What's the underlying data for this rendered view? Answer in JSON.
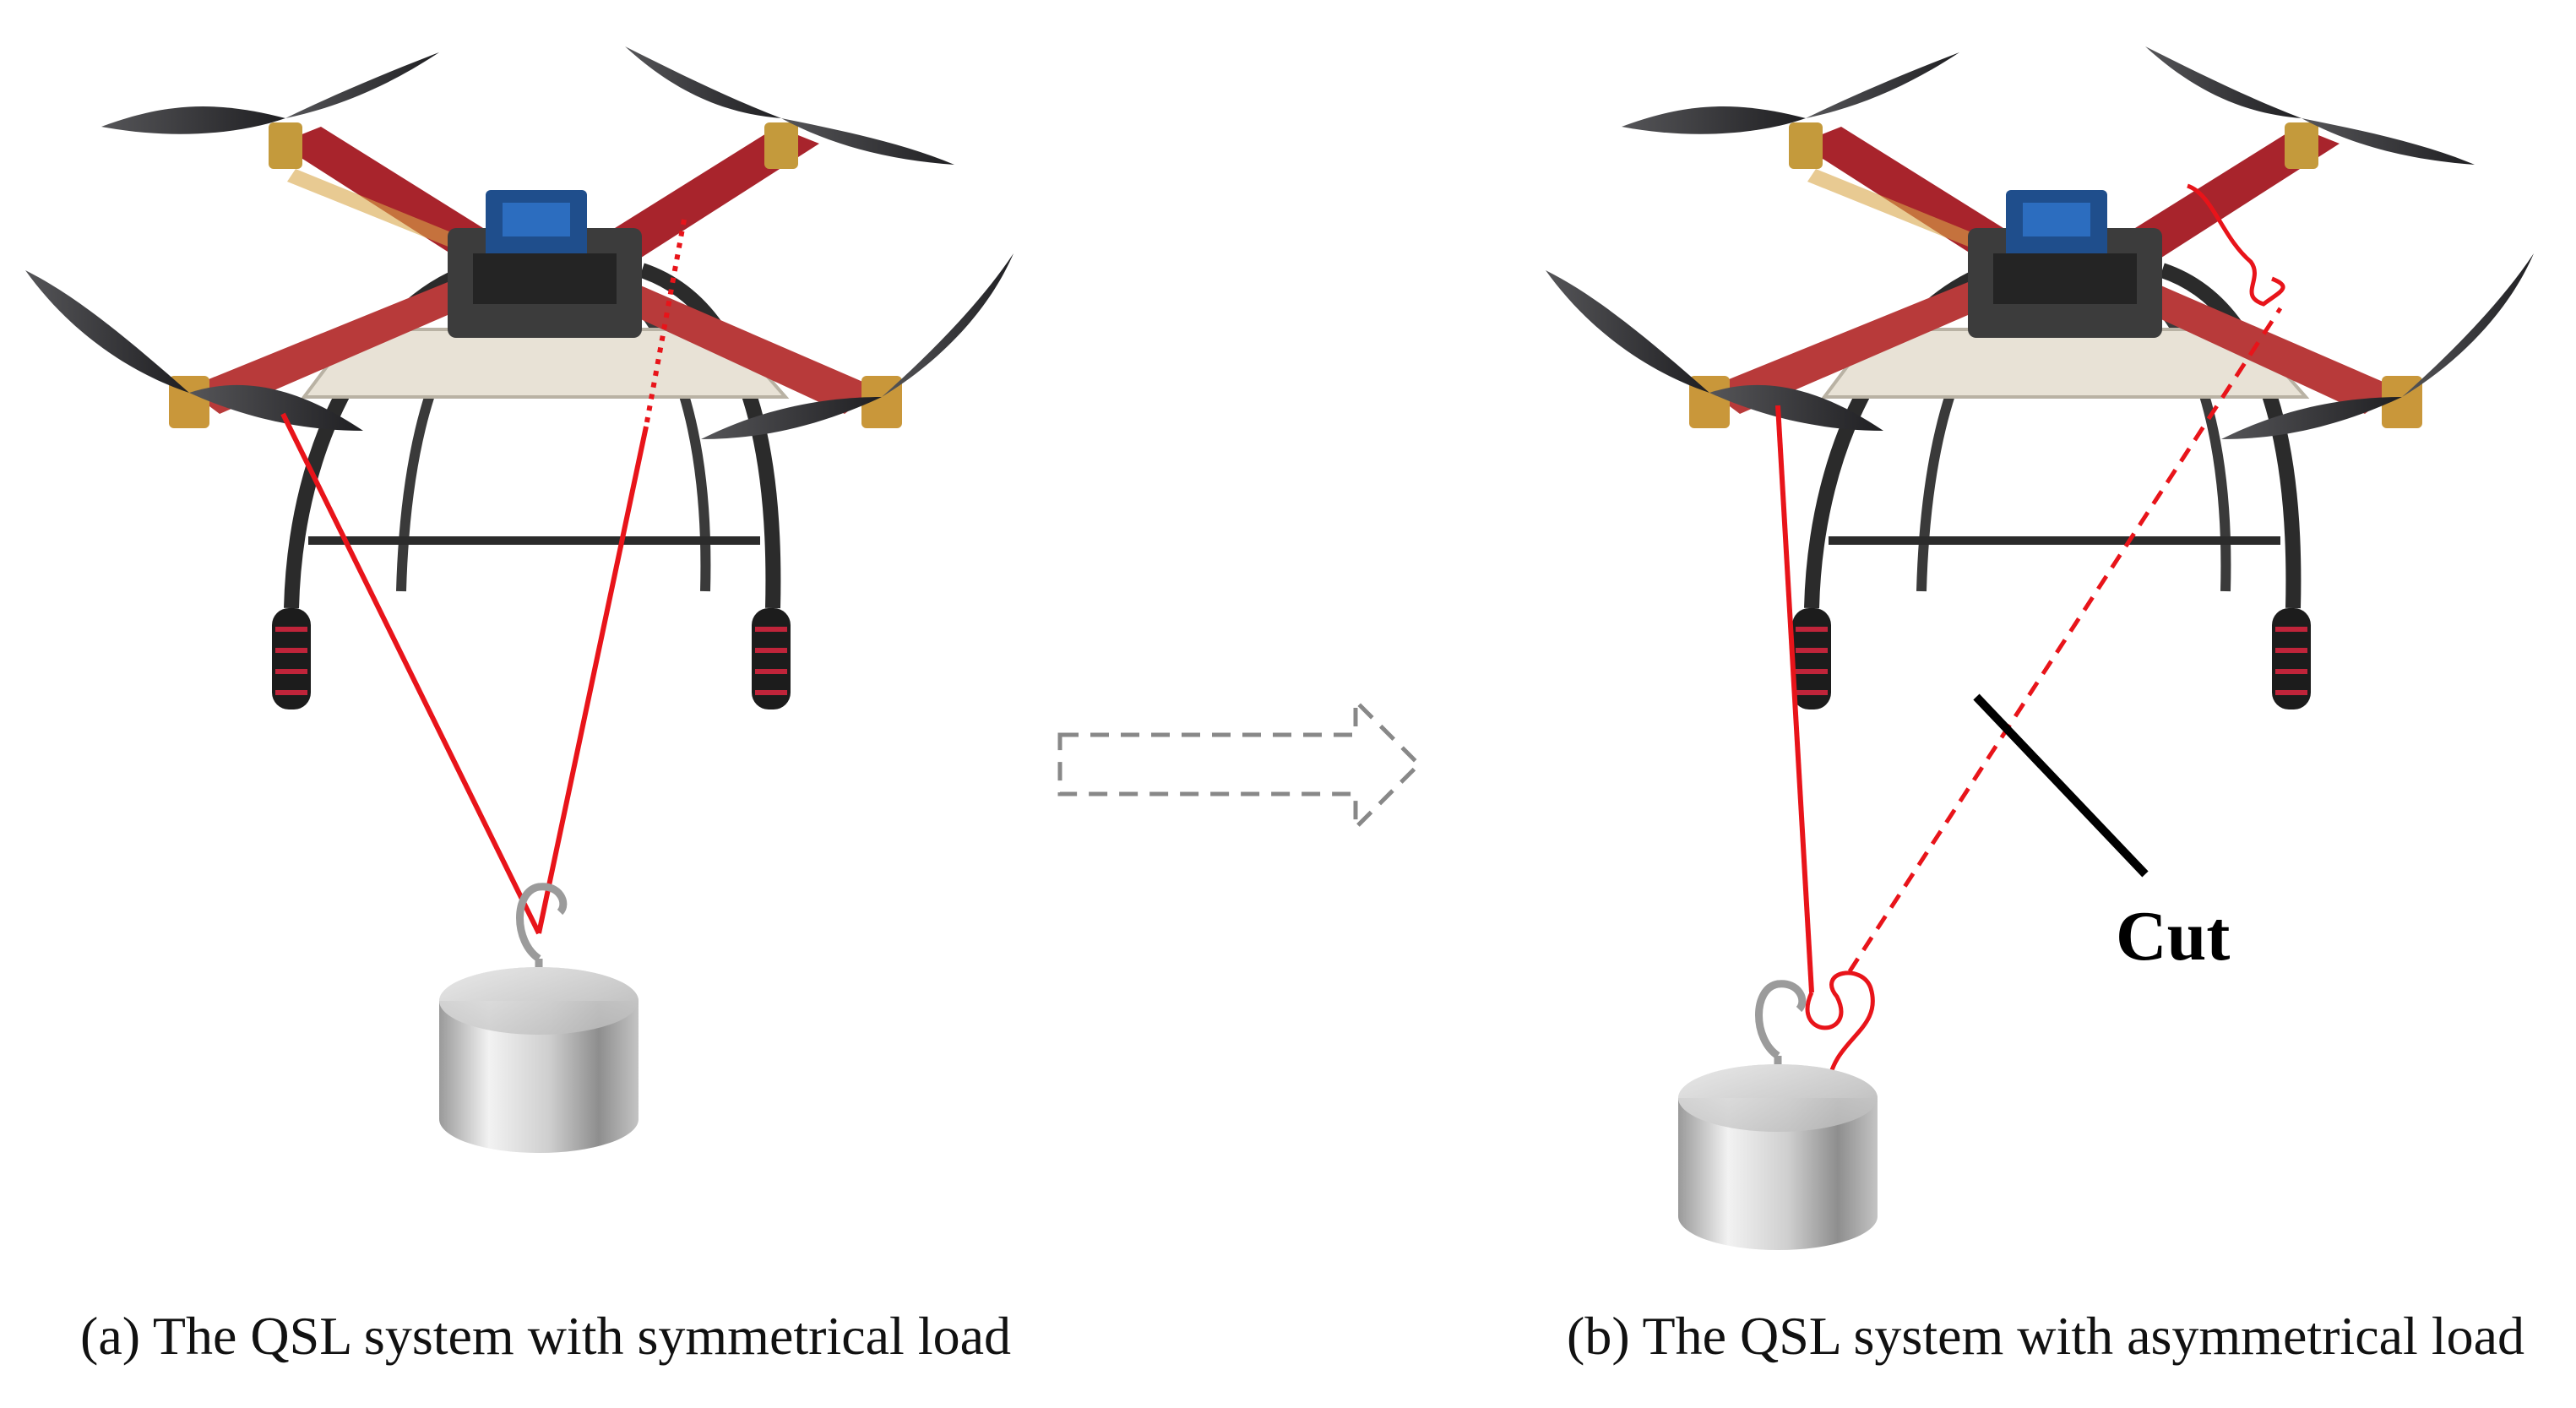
{
  "captions": {
    "a": "(a) The QSL system with symmetrical load",
    "b": "(b) The QSL system with asymmetrical load"
  },
  "labels": {
    "cut": "Cut"
  },
  "colors": {
    "rope": "#e8141a",
    "frame_red": "#a8242c",
    "frame_dark": "#2b2b2b",
    "propeller": "#3a3a3c",
    "weight_metal": "#c9c9c9",
    "arrow_dashed": "#888888",
    "cut_line": "#000000"
  },
  "icons": {
    "drone_a": "quadcopter-icon",
    "drone_b": "quadcopter-icon",
    "weight_a": "hook-weight-icon",
    "weight_b": "hook-weight-icon",
    "transition": "dashed-right-arrow-icon"
  }
}
